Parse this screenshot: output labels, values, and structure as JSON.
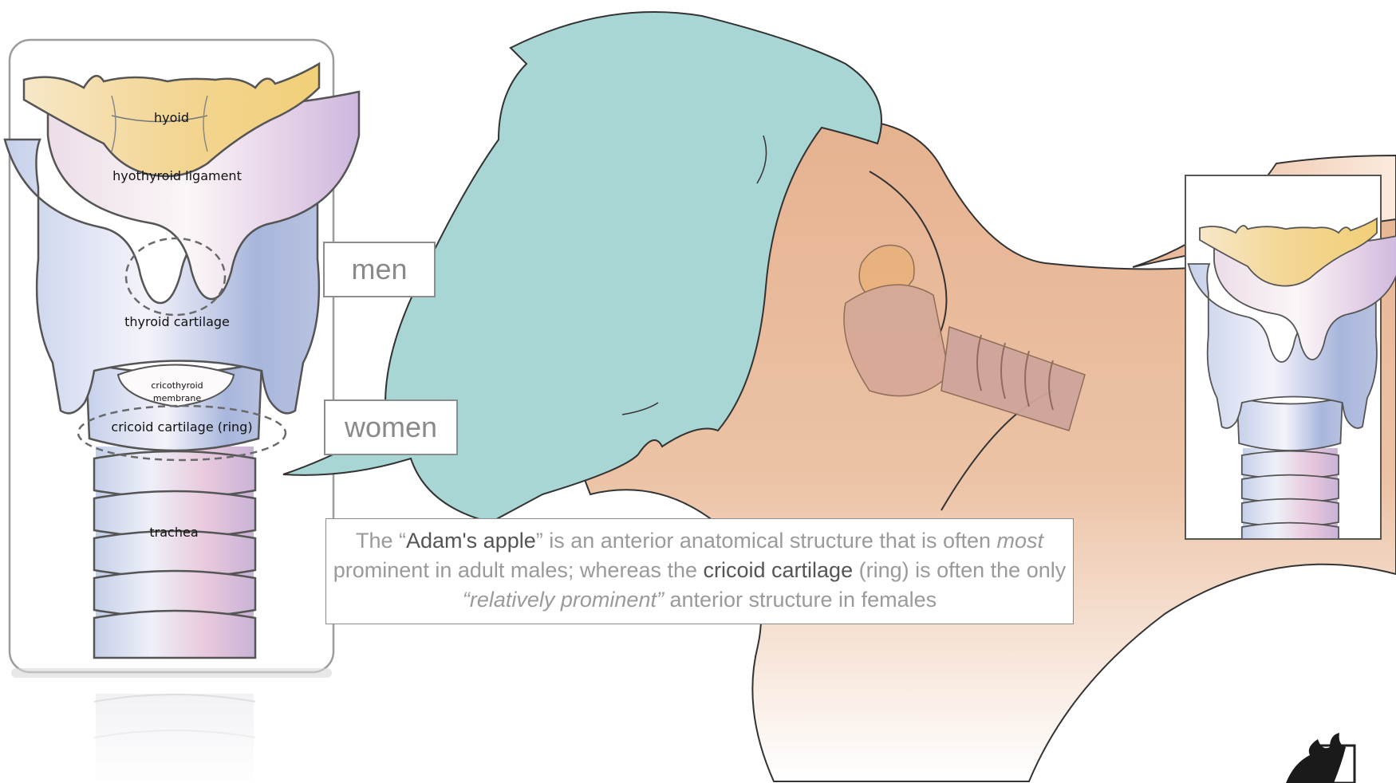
{
  "larynx_labels": {
    "hyoid": "hyoid",
    "hyothyroid": "hyothyroid ligament",
    "thyroid": "thyroid cartilage",
    "cricothyroid_line1": "cricothyroid",
    "cricothyroid_line2": "membrane",
    "cricoid": "cricoid cartilage (ring)",
    "trachea": "trachea"
  },
  "sex_boxes": {
    "men": "men",
    "women": "women"
  },
  "caption": {
    "p1": "The “",
    "adams_apple": "Adam's apple",
    "p2": "” is an anterior anatomical structure that is often ",
    "most": "most",
    "p3": " prominent in adult males; whereas the ",
    "cricoid": "cricoid cartilage",
    "p4": " (ring) is often the only ",
    "relatively": "“relatively prominent”",
    "p5": " anterior structure in females"
  },
  "icons": {
    "corner": "logo-icon"
  },
  "colors": {
    "hyoid": "#f3d89a",
    "thyroid_blue": "#c7d2ea",
    "pink": "#e9c9dc",
    "purple": "#d7c2e2",
    "skin": "#e6b290",
    "drape": "#a8d6d4",
    "box_border": "#8c8c8c"
  }
}
